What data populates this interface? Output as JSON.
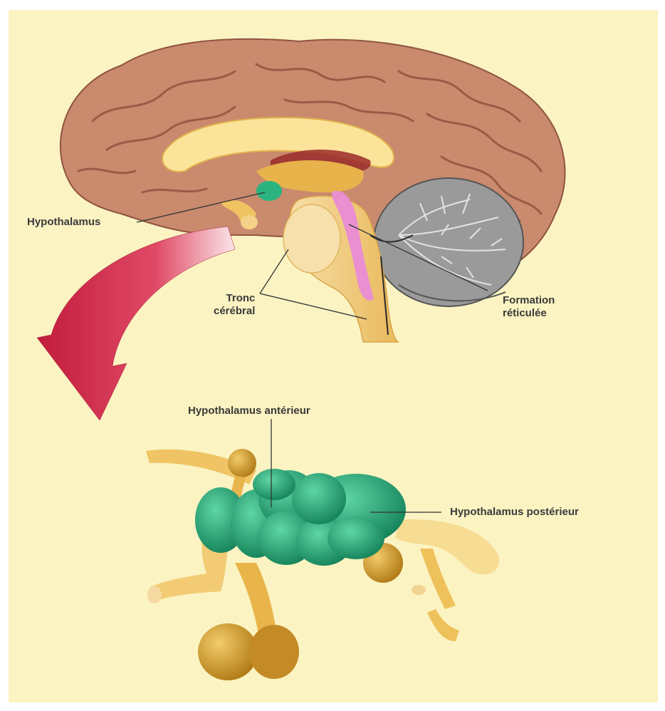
{
  "labels": {
    "hypothalamus": "Hypothalamus",
    "tronc": "Tronc\ncérébral",
    "formation": "Formation\nréticulée",
    "hypo_anterieur": "Hypothalamus antérieur",
    "hypo_posterieur": "Hypothalamus postérieur"
  },
  "colors": {
    "background": "#fbf3c2",
    "cortex": "#c98a6e",
    "cortex_dark": "#8f5440",
    "cerebellum": "#8c8c8c",
    "brainstem": "#f2d190",
    "reticular": "#e58fcf",
    "hypothalamus_green": "#1e9e6e",
    "arrow": "#d8324f",
    "structure_gold": "#e9b54a"
  }
}
